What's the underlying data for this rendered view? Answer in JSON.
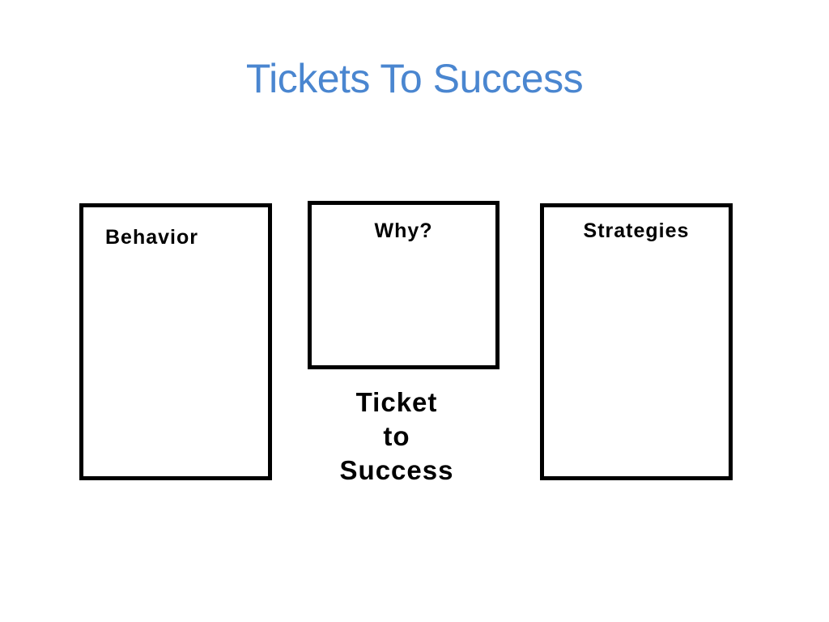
{
  "slide": {
    "title": "Tickets To Success",
    "boxes": {
      "behavior": "Behavior",
      "why": "Why?",
      "strategies": "Strategies"
    },
    "caption": {
      "line1": "Ticket",
      "line2": "to",
      "line3": "Success"
    }
  }
}
